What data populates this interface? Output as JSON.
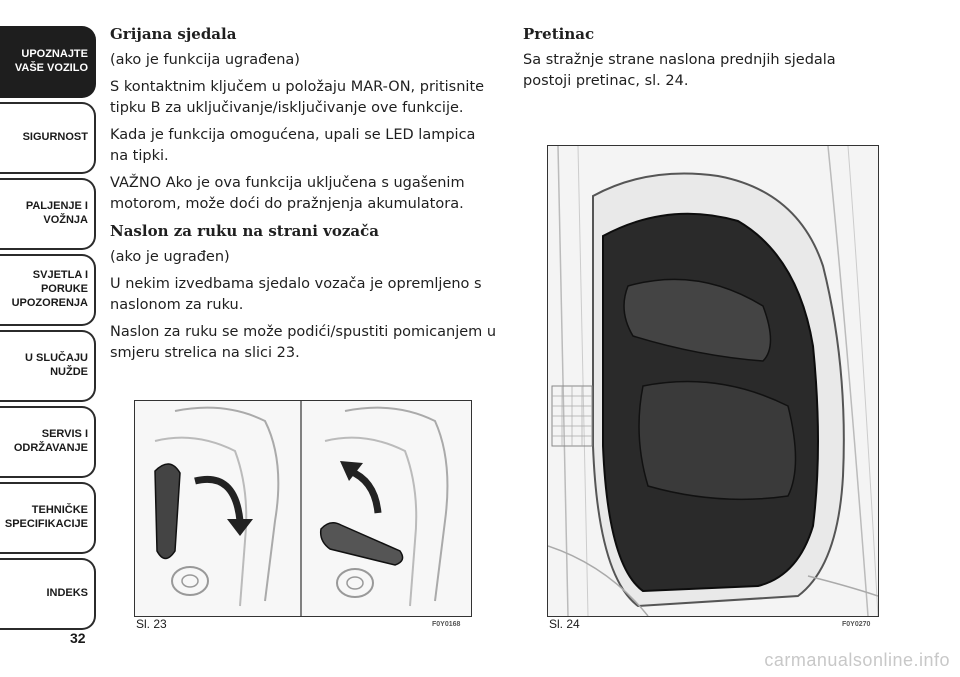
{
  "sidebar": {
    "tabs": [
      {
        "label": "UPOZNAJTE\nVAŠE VOZILO",
        "active": true
      },
      {
        "label": "SIGURNOST",
        "active": false
      },
      {
        "label": "PALJENJE I\nVOŽNJA",
        "active": false
      },
      {
        "label": "SVJETLA I PORUKE\nUPOZORENJA",
        "active": false
      },
      {
        "label": "U SLUČAJU\nNUŽDE",
        "active": false
      },
      {
        "label": "SERVIS I\nODRŽAVANJE",
        "active": false
      },
      {
        "label": "TEHNIČKE\nSPECIFIKACIJE",
        "active": false
      },
      {
        "label": "INDEKS",
        "active": false
      }
    ]
  },
  "page_number": "32",
  "left_column": {
    "heading1": "Grijana sjedala",
    "p1": "(ako je funkcija ugrađena)",
    "p2": "S kontaktnim ključem u položaju MAR-ON, pritisnite tipku B za uključivanje/isključivanje ove funkcije.",
    "p3": "Kada je funkcija omogućena, upali se LED lampica na tipki.",
    "p4": "VAŽNO Ako je ova funkcija uključena s ugašenim motorom, može doći do pražnjenja akumulatora.",
    "heading2": "Naslon za ruku na strani vozača",
    "p5": "(ako je ugrađen)",
    "p6": "U nekim izvedbama sjedalo vozača je opremljeno s naslonom za ruku.",
    "p7": "Naslon za ruku se može podići/spustiti pomicanjem u smjeru strelica na slici 23."
  },
  "right_column": {
    "heading": "Pretinac",
    "p1": "Sa stražnje strane naslona prednjih sjedala postoji pretinac, sl. 24."
  },
  "figures": {
    "fig23": {
      "caption": "Sl. 23",
      "code": "F0Y0168"
    },
    "fig24": {
      "caption": "Sl. 24",
      "code": "F0Y0270"
    }
  },
  "watermark": "carmanualsonline.info",
  "colors": {
    "tab_active_bg": "#1e1e1e",
    "tab_border": "#2b2b2b",
    "text": "#1f1f1f"
  }
}
